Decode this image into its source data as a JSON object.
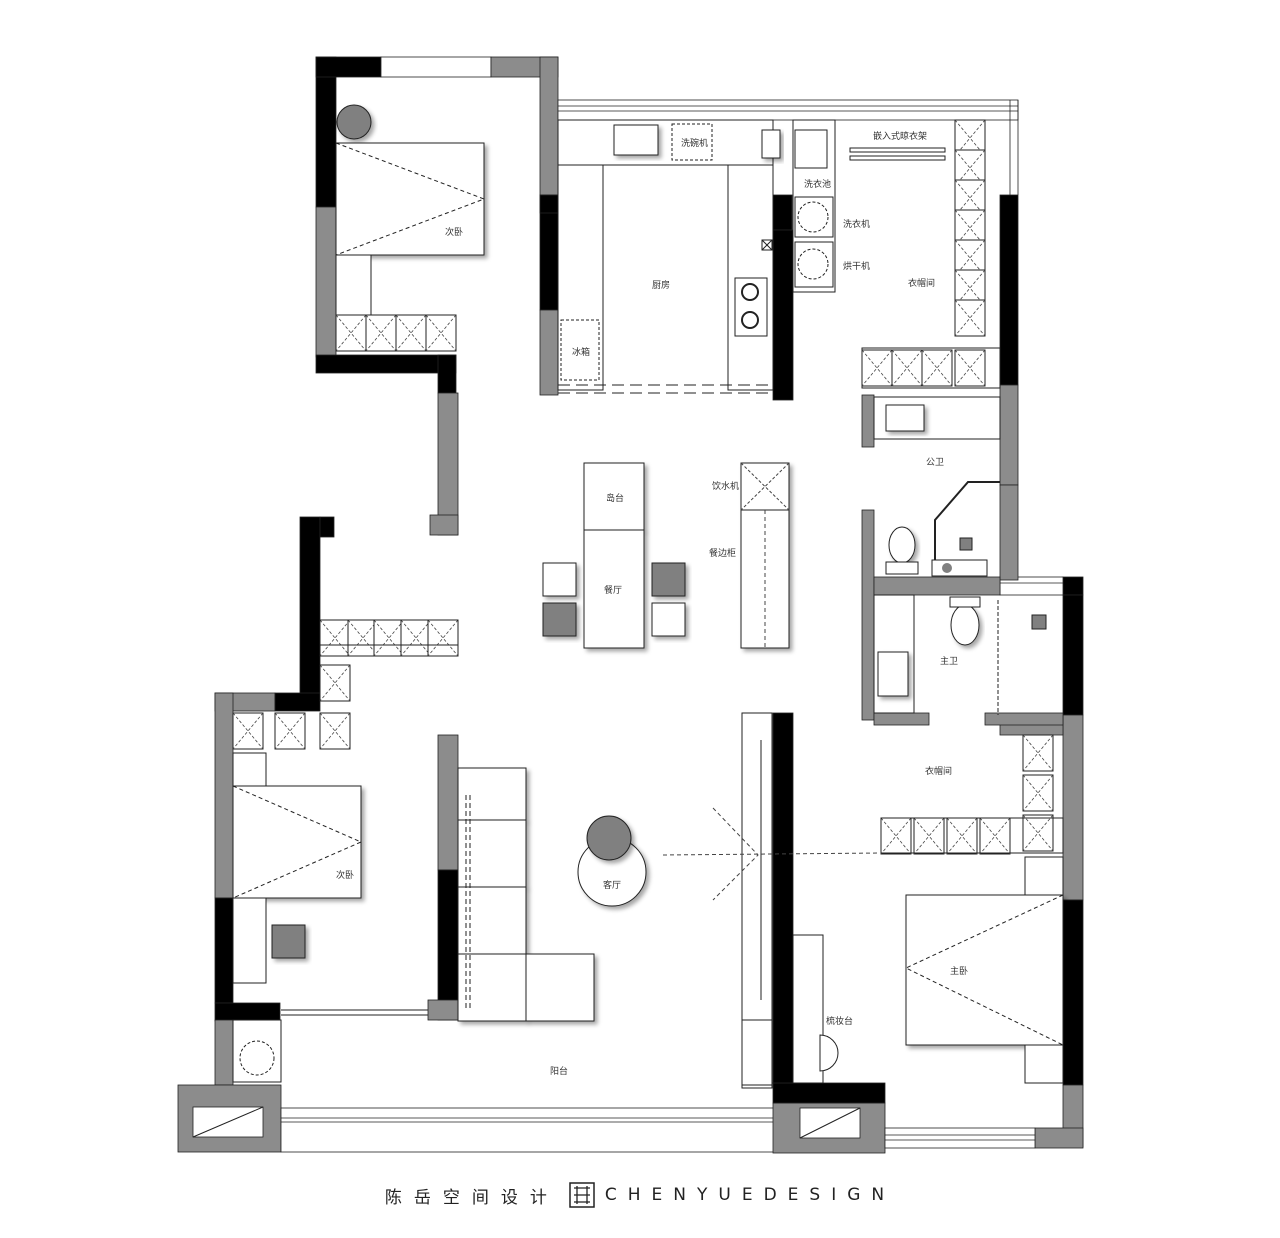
{
  "labels": {
    "secondary_bedroom_1": "次卧",
    "kitchen": "厨房",
    "dishwasher": "洗碗机",
    "refrigerator": "冰箱",
    "laundry_sink": "洗衣池",
    "washing_machine": "洗衣机",
    "dryer": "烘干机",
    "built_in_rack": "嵌入式晾衣架",
    "cloakroom_1": "衣帽间",
    "public_bathroom": "公卫",
    "island": "岛台",
    "dining_room": "餐厅",
    "water_dispenser": "饮水机",
    "sideboard": "餐边柜",
    "master_bathroom": "主卫",
    "cloakroom_2": "衣帽间",
    "secondary_bedroom_2": "次卧",
    "living_room": "客厅",
    "master_bedroom": "主卧",
    "dresser": "梳妆台",
    "balcony": "阳台"
  },
  "footer": {
    "company_cn": "陈岳空间设计",
    "company_en": "CHENYUEDESIGN"
  },
  "colors": {
    "wall_black": "#000000",
    "wall_gray": "#8c8c8c",
    "furniture_gray": "#808080",
    "line": "#222222"
  }
}
